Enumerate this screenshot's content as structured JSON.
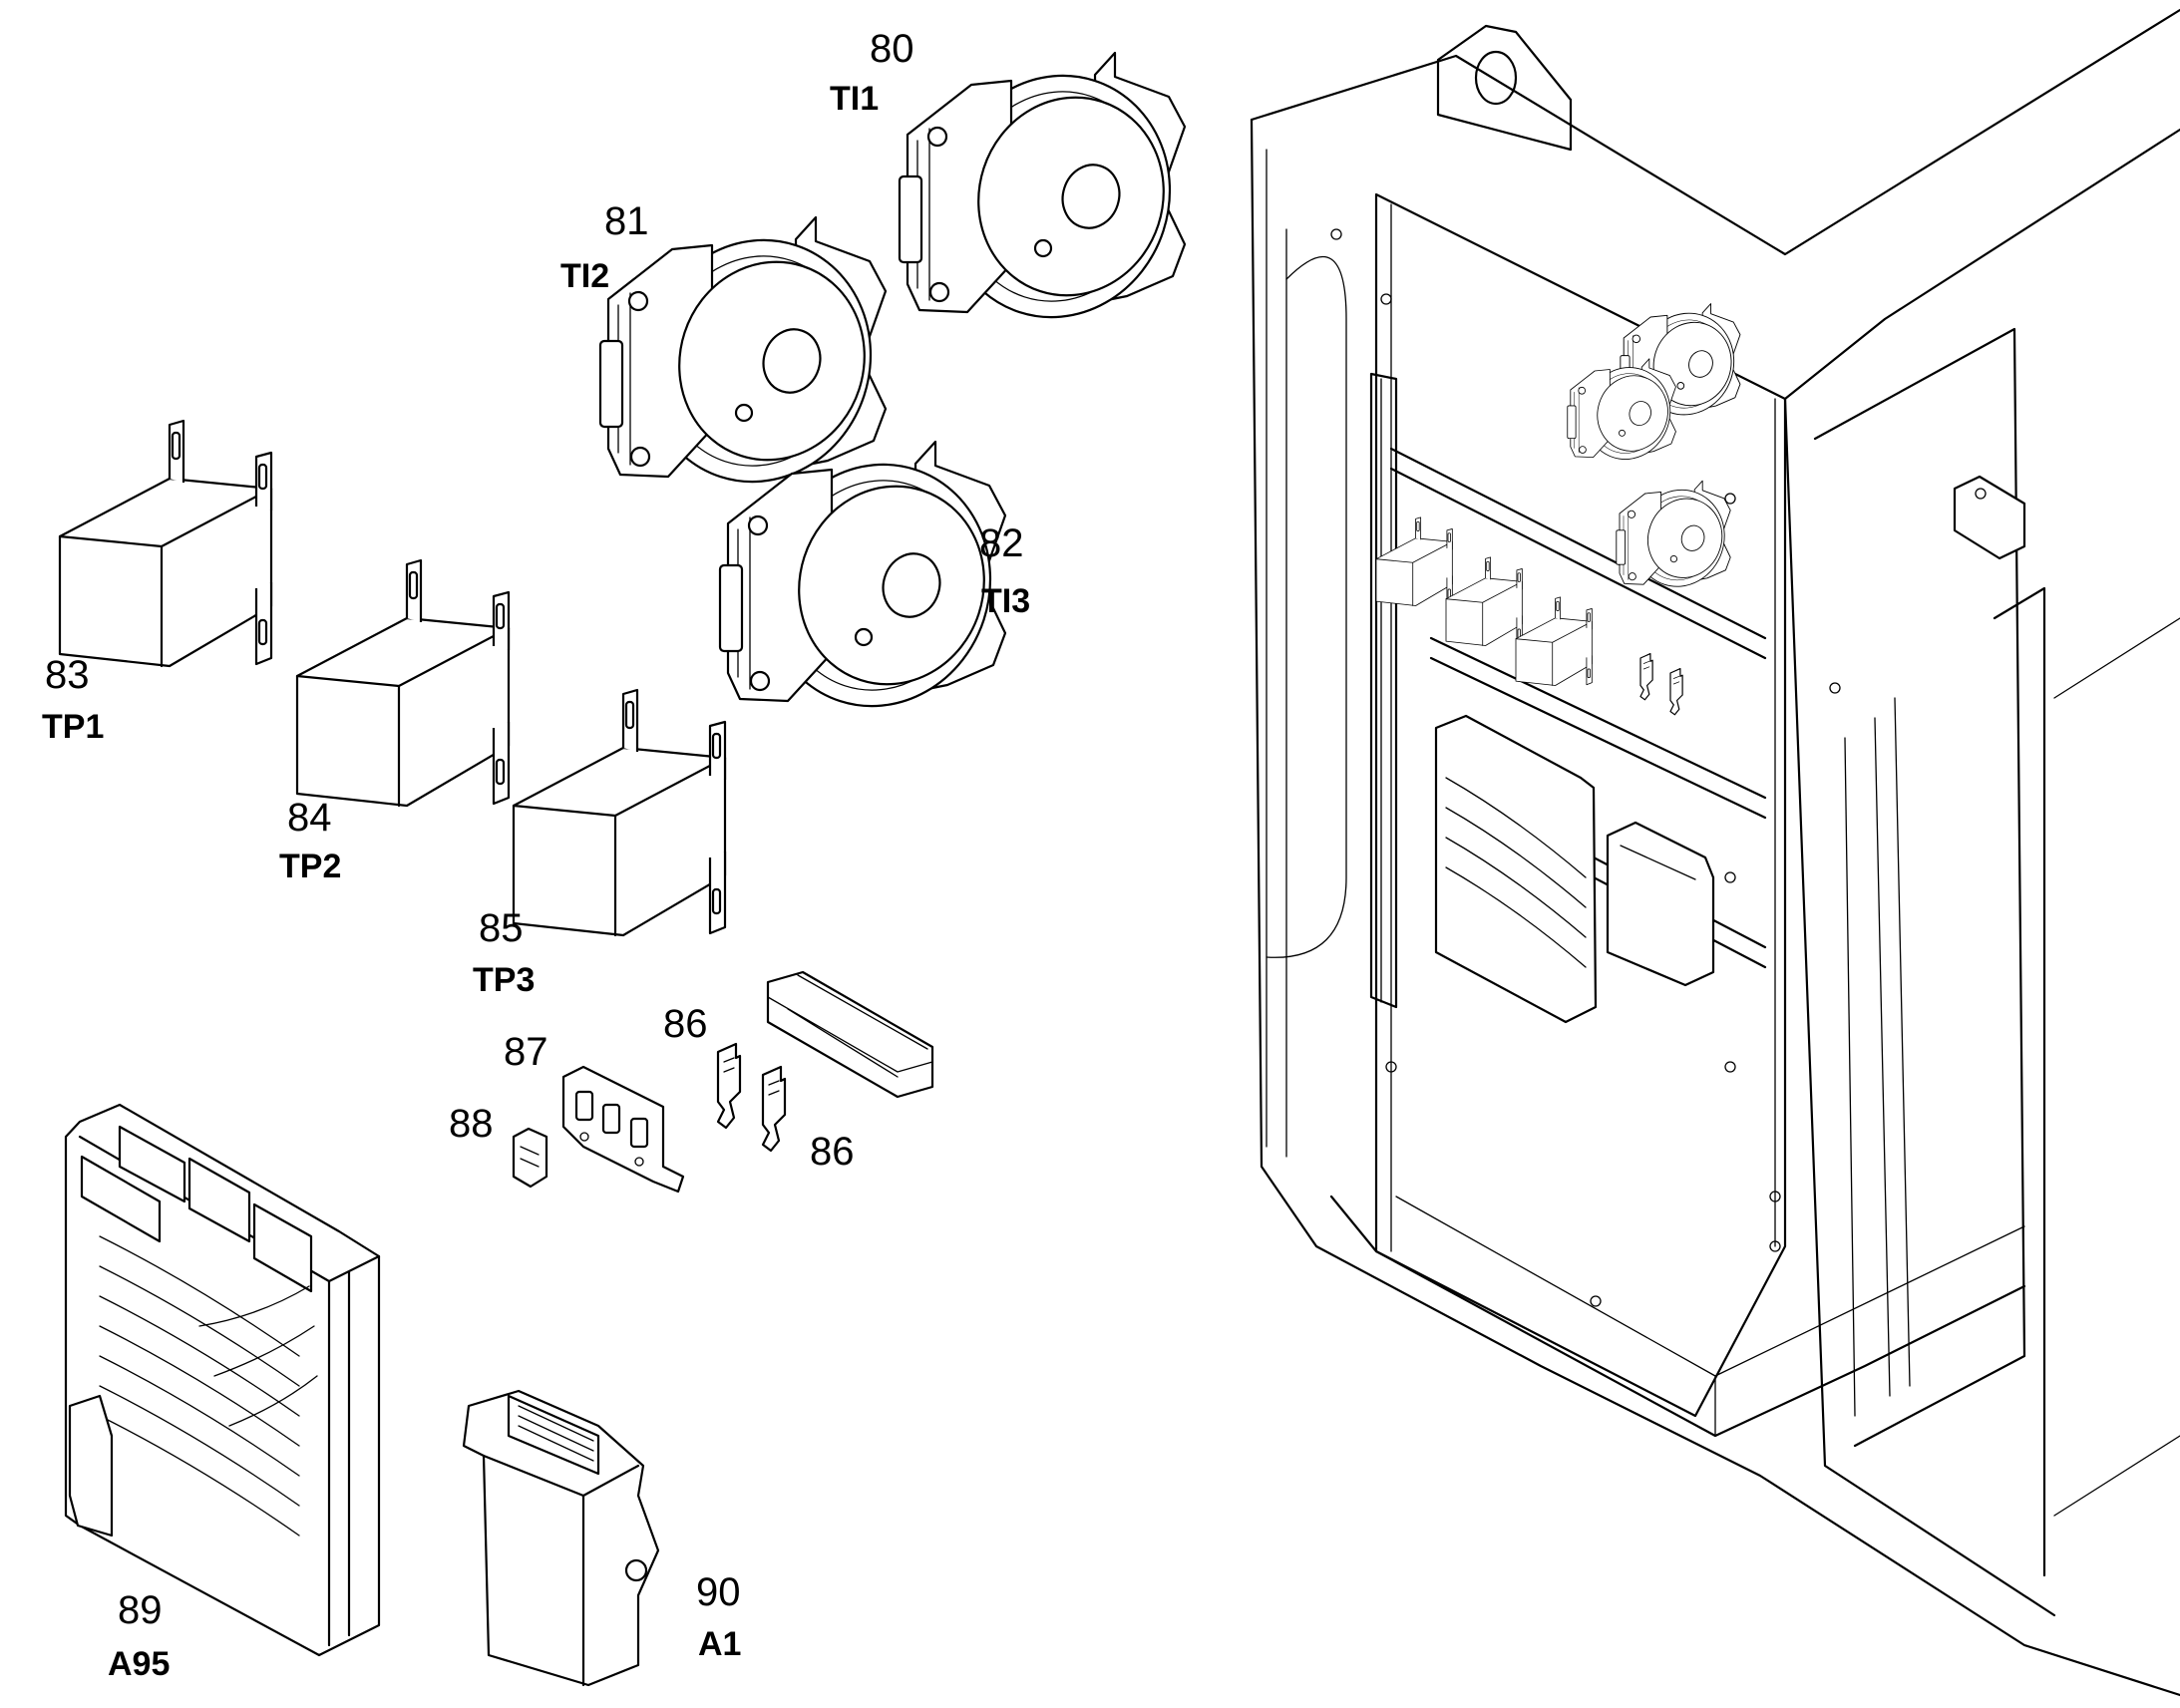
{
  "callouts": [
    {
      "id": "c80",
      "num": "80",
      "code": "TI1"
    },
    {
      "id": "c81",
      "num": "81",
      "code": "TI2"
    },
    {
      "id": "c82",
      "num": "82",
      "code": "TI3"
    },
    {
      "id": "c83",
      "num": "83",
      "code": "TP1"
    },
    {
      "id": "c84",
      "num": "84",
      "code": "TP2"
    },
    {
      "id": "c85",
      "num": "85",
      "code": "TP3"
    },
    {
      "id": "c86a",
      "num": "86"
    },
    {
      "id": "c86b",
      "num": "86"
    },
    {
      "id": "c87",
      "num": "87"
    },
    {
      "id": "c88",
      "num": "88"
    },
    {
      "id": "c89",
      "num": "89",
      "code": "A95"
    },
    {
      "id": "c90",
      "num": "90",
      "code": "A1"
    }
  ],
  "parts": [
    {
      "id": "ti1",
      "type": "transformer-drum"
    },
    {
      "id": "ti2",
      "type": "transformer-drum"
    },
    {
      "id": "ti3",
      "type": "transformer-drum"
    },
    {
      "id": "tp1",
      "type": "transformer-box"
    },
    {
      "id": "tp2",
      "type": "transformer-box"
    },
    {
      "id": "tp3",
      "type": "transformer-box"
    },
    {
      "id": "rail",
      "type": "din-rail"
    },
    {
      "id": "clip1",
      "type": "terminal-clip"
    },
    {
      "id": "clip2",
      "type": "terminal-clip"
    },
    {
      "id": "bracket",
      "type": "connector-bracket"
    },
    {
      "id": "plug",
      "type": "connector-plug"
    },
    {
      "id": "a95",
      "type": "control-unit"
    },
    {
      "id": "a1",
      "type": "control-module"
    }
  ]
}
